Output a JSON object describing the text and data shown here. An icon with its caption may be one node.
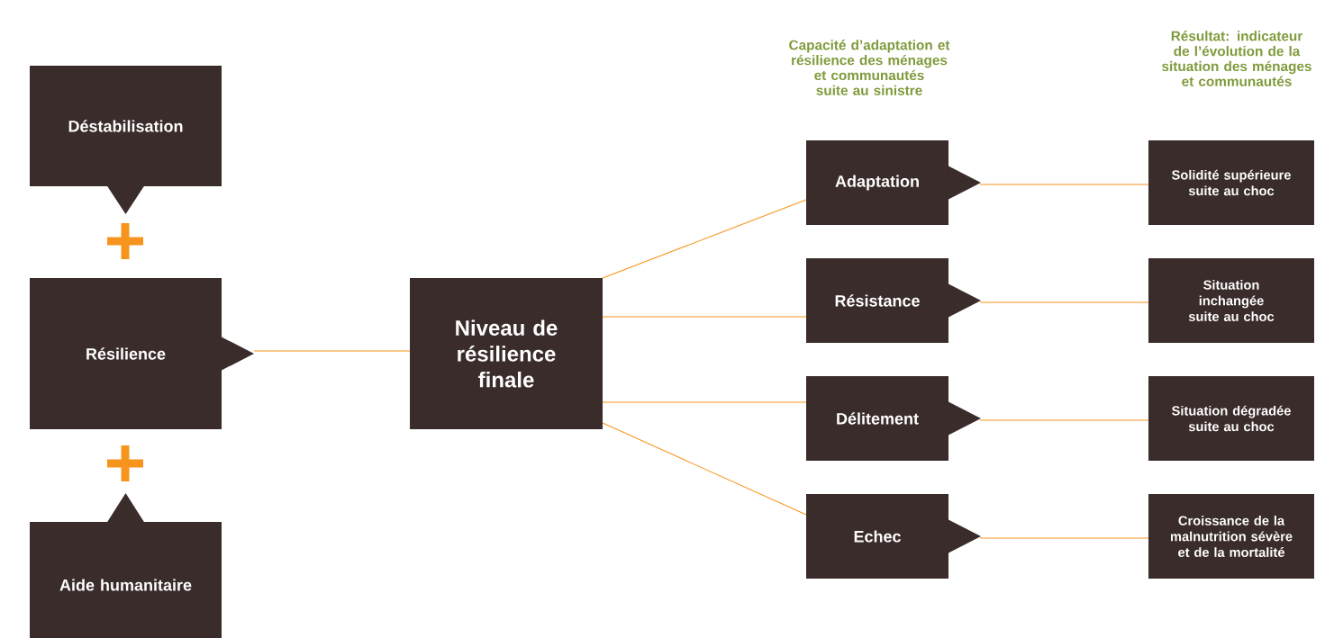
{
  "diagram": {
    "nodes": [
      {
        "text": [
          "Déstabilisation"
        ]
      },
      {
        "text": [
          "Résilience"
        ]
      },
      {
        "text": [
          "Aide humanitaire"
        ]
      },
      {
        "text": [
          "Niveau de résilience finale"
        ]
      },
      {
        "text": [
          "Adaptation"
        ]
      },
      {
        "text": [
          "Résistance"
        ]
      },
      {
        "text": [
          "Délitement"
        ]
      },
      {
        "text": [
          "Echec"
        ]
      },
      {
        "text": [
          "Solidité supérieure suite au choc"
        ]
      },
      {
        "text": [
          "Situation inchangée suite au choc"
        ]
      },
      {
        "text": [
          "Situation dégradée suite au choc"
        ]
      },
      {
        "text": [
          "Croissance de la malnutrition sévère et de la mortalité"
        ]
      }
    ],
    "edges": [
      {
        "from": 1,
        "to": 3,
        "arrow": "none"
      },
      {
        "from": 3,
        "to": 4,
        "arrow": "none"
      },
      {
        "from": 3,
        "to": 5,
        "arrow": "none"
      },
      {
        "from": 3,
        "to": 6,
        "arrow": "none"
      },
      {
        "from": 3,
        "to": 7,
        "arrow": "none"
      },
      {
        "from": 4,
        "to": 8,
        "arrow": "none"
      },
      {
        "from": 5,
        "to": 9,
        "arrow": "none"
      },
      {
        "from": 6,
        "to": 10,
        "arrow": "none"
      },
      {
        "from": 7,
        "to": 11,
        "arrow": "none"
      }
    ],
    "labels": [
      "Capacité d’adaptation et résilience des ménages et communautés suite au sinistre",
      "Résultat: indicateur de l’évolution de la situation des ménages et communautés"
    ]
  }
}
